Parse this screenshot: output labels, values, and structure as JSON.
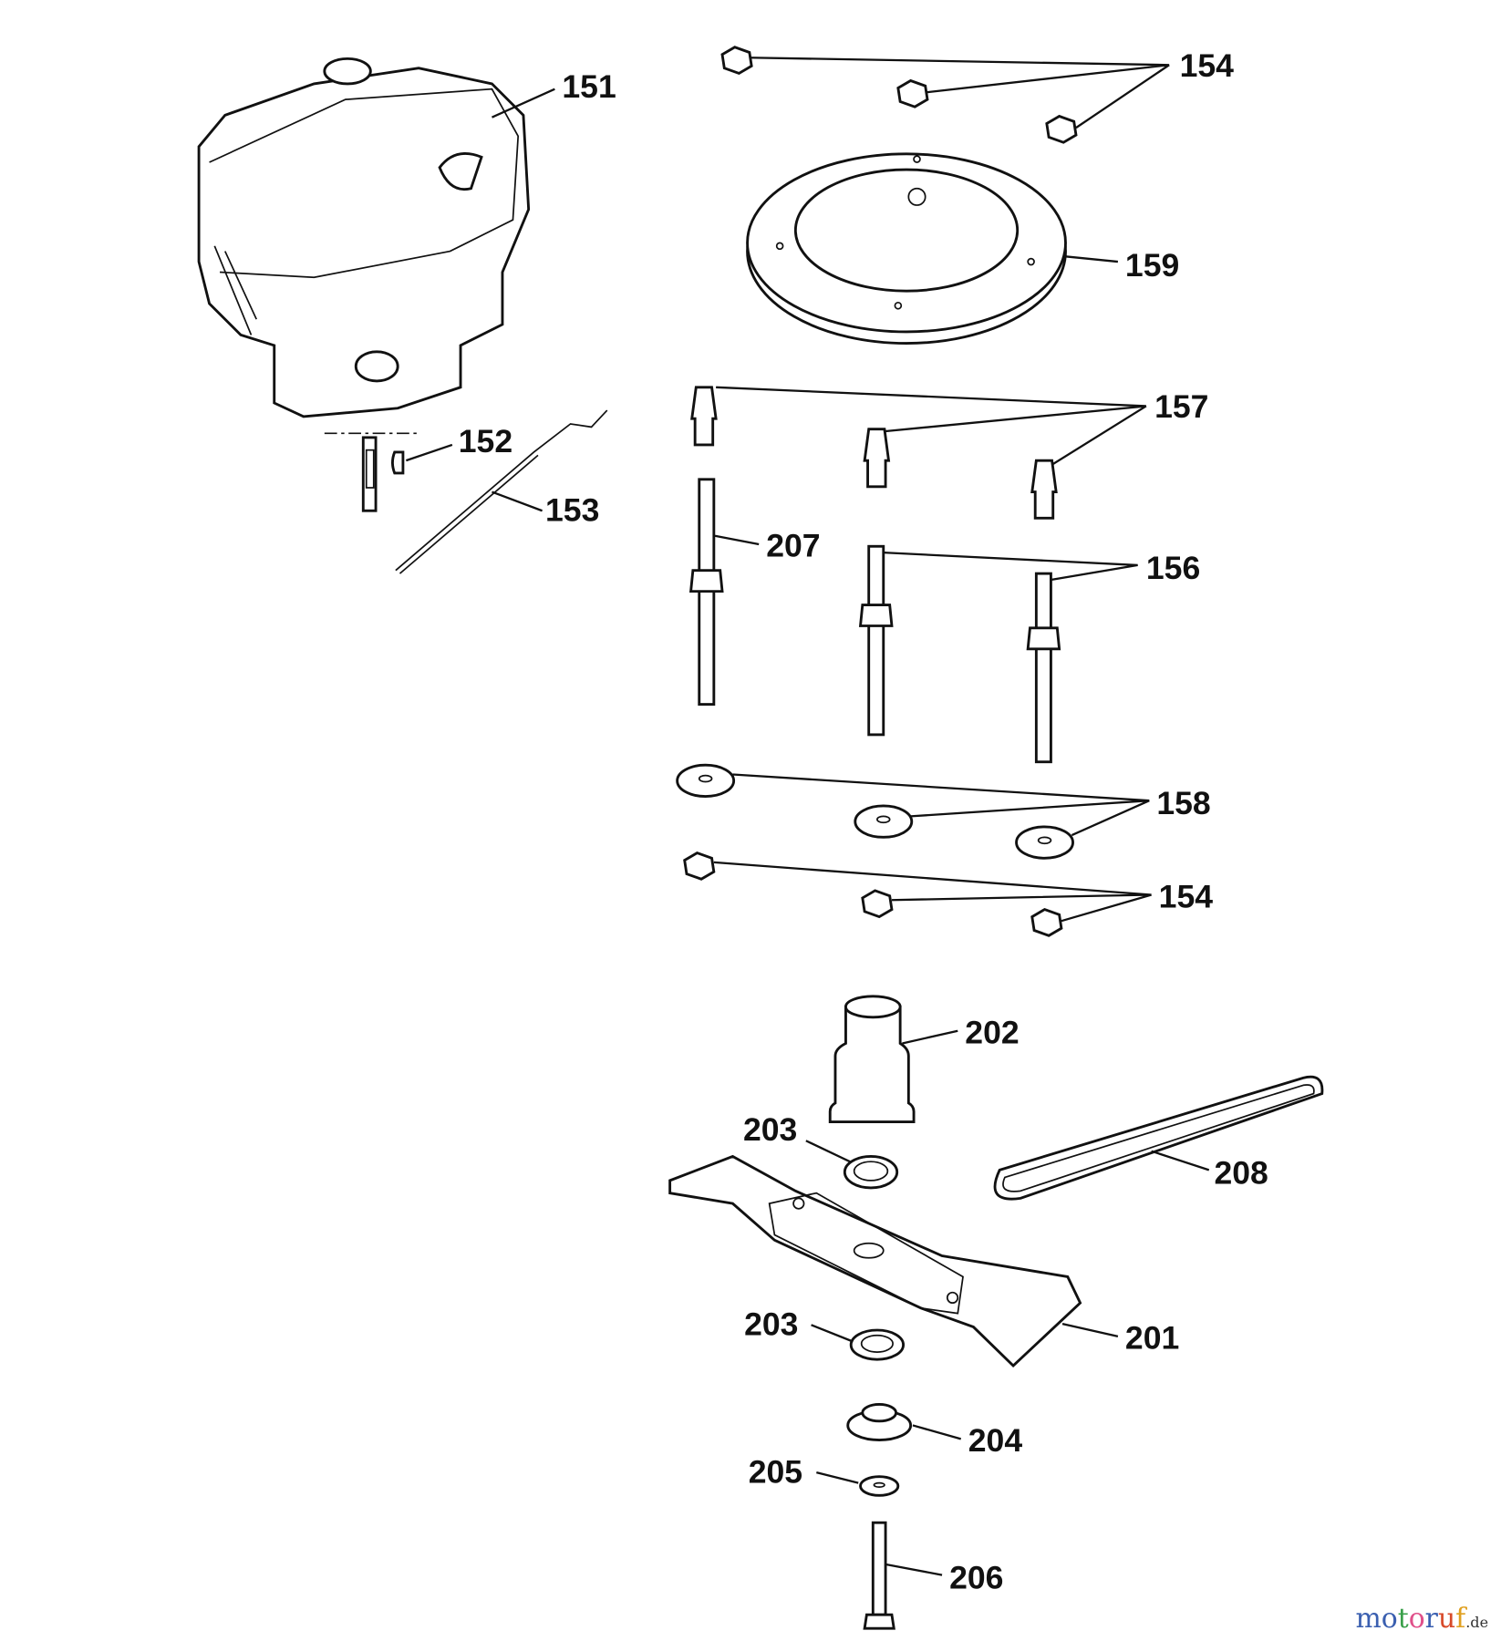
{
  "diagram": {
    "labels": {
      "p151": "151",
      "p152": "152",
      "p153": "153",
      "p154_top": "154",
      "p159": "159",
      "p157": "157",
      "p207": "207",
      "p156": "156",
      "p158": "158",
      "p154_bottom": "154",
      "p202": "202",
      "p203_top": "203",
      "p208": "208",
      "p203_bottom": "203",
      "p201": "201",
      "p204": "204",
      "p205": "205",
      "p206": "206"
    }
  },
  "watermark": {
    "text": "motoruf",
    "suffix": ".de",
    "letter_colors": [
      "#3a5fb0",
      "#3a5fb0",
      "#3aa04a",
      "#e0508a",
      "#3a5fb0",
      "#d84a2a",
      "#e0a020"
    ]
  }
}
